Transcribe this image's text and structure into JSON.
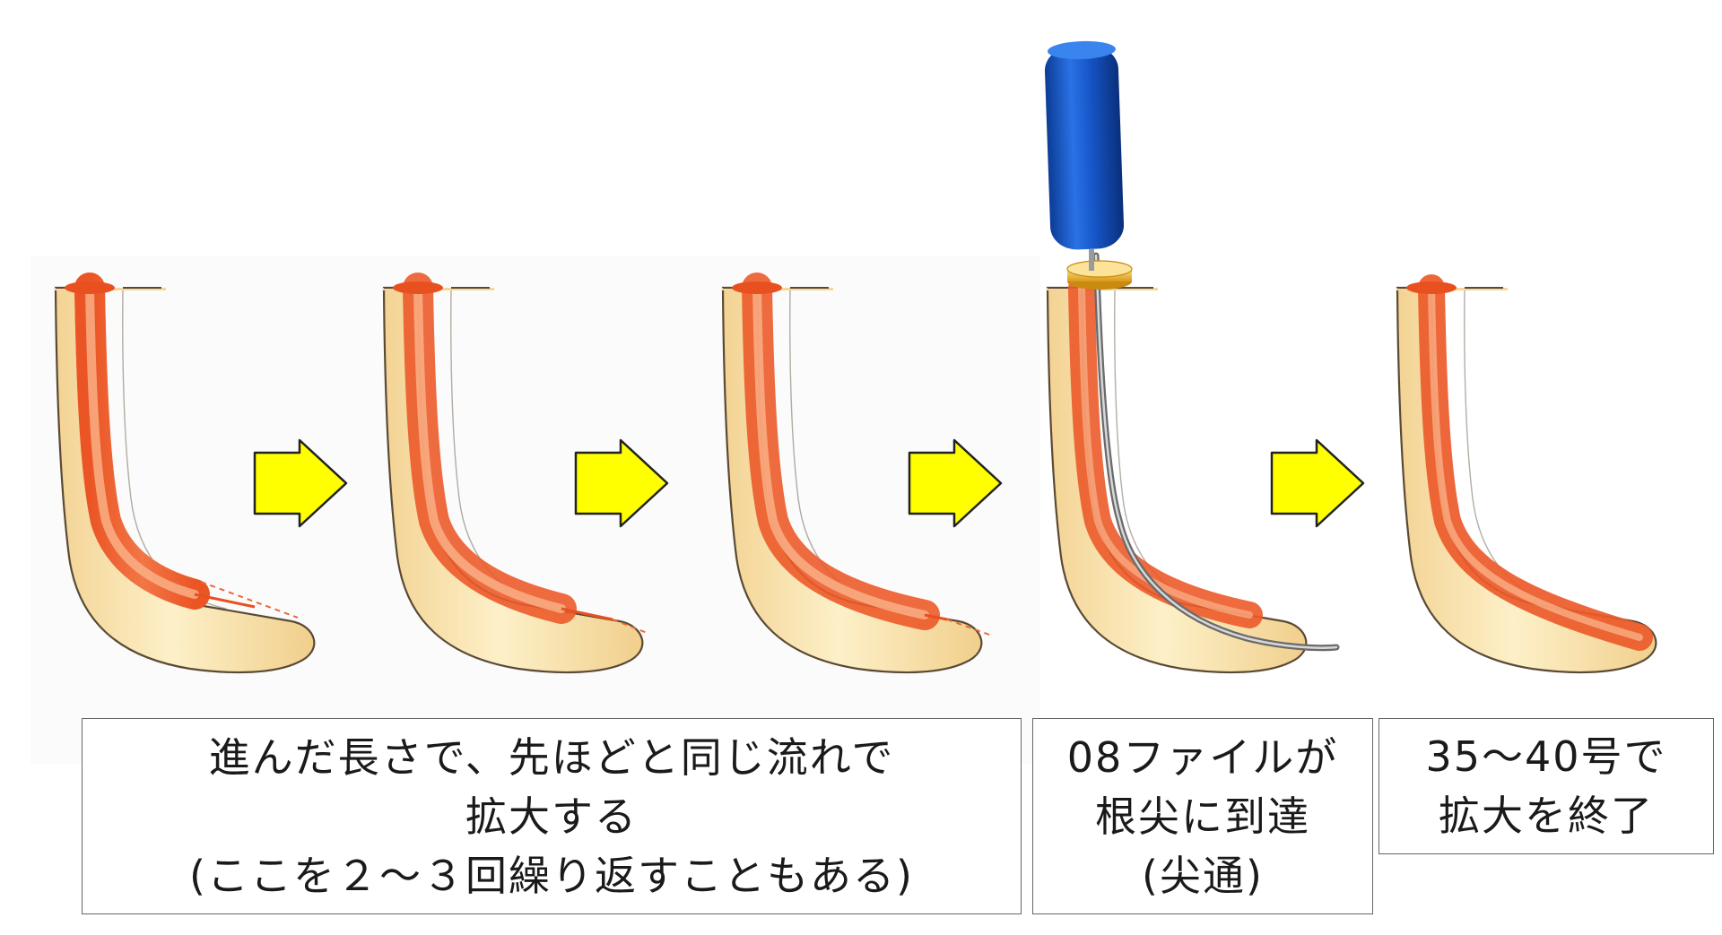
{
  "captions": {
    "step1": {
      "line1": "進んだ長さで、先ほどと同じ流れで",
      "line2": "拡大する",
      "line3": "(ここを２～３回繰り返すこともある)"
    },
    "step2": {
      "line1": "08ファイルが",
      "line2": "根尖に到達",
      "line3": "(尖通)"
    },
    "step3": {
      "line1": "35～40号で",
      "line2": "拡大を終了"
    }
  },
  "colors": {
    "root": "#fbe6b4",
    "root_outline": "#5a4a35",
    "canal": "#ec5a2a",
    "canal_light": "#f7a477",
    "arrow": "#ffff00",
    "file_handle": "#1656c8",
    "file_stopper": "#f4c43a",
    "file_shaft": "#8a8a8a",
    "caption_border": "#666666"
  },
  "icons": {
    "arrow": "right-arrow-icon",
    "file": "endodontic-file-icon"
  }
}
